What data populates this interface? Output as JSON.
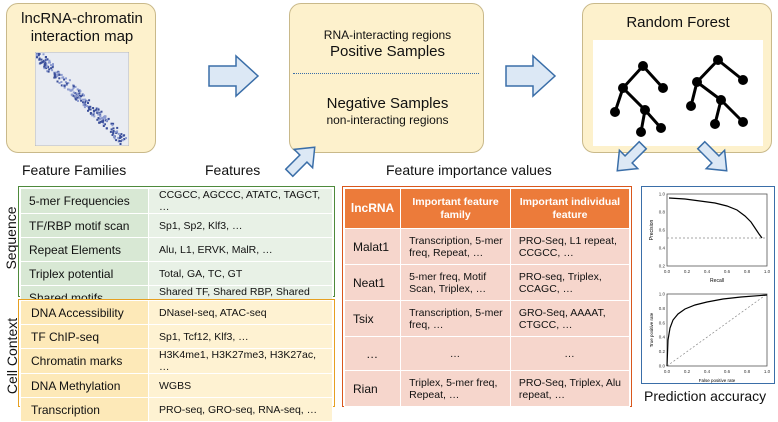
{
  "map_box": {
    "title_line1": "lncRNA-chromatin",
    "title_line2": "interaction map"
  },
  "samples_box": {
    "pos_small": "RNA-interacting regions",
    "pos_big": "Positive Samples",
    "neg_big": "Negative Samples",
    "neg_small": "non-interacting regions"
  },
  "rf_box": {
    "title": "Random Forest"
  },
  "headers": {
    "feature_families": "Feature Families",
    "features": "Features",
    "importance": "Feature importance values",
    "accuracy": "Prediction accuracy"
  },
  "group_labels": {
    "sequence": "Sequence",
    "cell_context": "Cell Context"
  },
  "sequence_rows": [
    {
      "family": "5-mer Frequencies",
      "features": "CCGCC, AGCCC, ATATC, TAGCT, …"
    },
    {
      "family": "TF/RBP motif scan",
      "features": "Sp1, Sp2, Klf3, …"
    },
    {
      "family": "Repeat Elements",
      "features": "Alu, L1, ERVK, MalR, …"
    },
    {
      "family": "Triplex potential",
      "features": "Total, GA, TC, GT"
    },
    {
      "family": "Shared motifs",
      "features": "Shared TF, Shared RBP, Shared PPI"
    }
  ],
  "context_rows": [
    {
      "family": "DNA Accessibility",
      "features": "DNaseI-seq, ATAC-seq"
    },
    {
      "family": "TF ChIP-seq",
      "features": "Sp1, Tcf12, Klf3, …"
    },
    {
      "family": "Chromatin marks",
      "features": "H3K4me1, H3K27me3, H3K27ac, …"
    },
    {
      "family": "DNA Methylation",
      "features": "WGBS"
    },
    {
      "family": "Transcription",
      "features": "PRO-seq, GRO-seq, RNA-seq, …"
    }
  ],
  "importance_table": {
    "headers": [
      "lncRNA",
      "Important feature family",
      "Important individual feature"
    ],
    "rows": [
      {
        "lncrna": "Malat1",
        "family": "Transcription, 5-mer freq, Repeat, …",
        "feature": "PRO-Seq, L1 repeat, CCGCC, …"
      },
      {
        "lncrna": "Neat1",
        "family": "5-mer freq, Motif Scan, Triplex, …",
        "feature": "PRO-seq, Triplex, CCAGC, …"
      },
      {
        "lncrna": "Tsix",
        "family": "Transcription, 5-mer freq, …",
        "feature": "GRO-Seq, AAAAT, CTGCC, …"
      },
      {
        "lncrna": "…",
        "family": "…",
        "feature": "…"
      },
      {
        "lncrna": "Rian",
        "family": "Triplex, 5-mer freq, Repeat, …",
        "feature": "PRO-Seq, Triplex, Alu repeat, …"
      }
    ]
  },
  "pr_plot": {
    "ylabel": "Precision",
    "xlabel": "Recall",
    "xticks": [
      "0.0",
      "0.2",
      "0.4",
      "0.6",
      "0.8",
      "1.0"
    ],
    "yticks": [
      "0.2",
      "0.4",
      "0.6",
      "0.8",
      "1.0"
    ]
  },
  "roc_plot": {
    "ylabel": "True positive rate",
    "xlabel": "False positive rate",
    "xticks": [
      "0.0",
      "0.2",
      "0.4",
      "0.6",
      "0.8",
      "1.0"
    ],
    "yticks": [
      "0.0",
      "0.2",
      "0.4",
      "0.6",
      "0.8",
      "1.0"
    ]
  },
  "colors": {
    "box_fill": "#fdf1cc",
    "arrow_fill": "#dce8f5",
    "arrow_stroke": "#3a6ea8",
    "orange_header": "#ec7b3a"
  }
}
